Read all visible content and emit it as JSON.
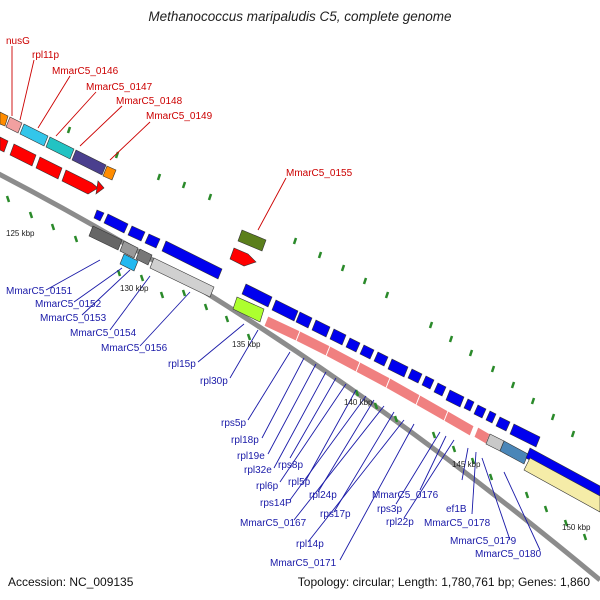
{
  "title": "Methanococcus maripaludis C5, complete genome",
  "footer": {
    "accession": "Accession: NC_009135",
    "topology": "Topology: circular; Length: 1,780,761 bp; Genes: 1,860"
  },
  "colors": {
    "backbone": "#8a8a8a",
    "tick": "#2a8a2a",
    "red_label": "#cc0000",
    "blue_label": "#1a1aa8"
  },
  "ticks": [
    "125 kbp",
    "130 kbp",
    "135 kbp",
    "140 kbp",
    "145 kbp",
    "150 kbp"
  ],
  "outer_labels": [
    "nusG",
    "rpl11p",
    "MmarC5_0146",
    "MmarC5_0147",
    "MmarC5_0148",
    "MmarC5_0149",
    "MmarC5_0155"
  ],
  "inner_labels": [
    "MmarC5_0151",
    "MmarC5_0152",
    "MmarC5_0153",
    "MmarC5_0154",
    "MmarC5_0156",
    "rpl15p",
    "rpl30p",
    "rps5p",
    "rpl18p",
    "rpl19e",
    "rpl32e",
    "rps8p",
    "rpl6p",
    "rpl5p",
    "rps14P",
    "rpl24p",
    "MmarC5_0167",
    "rps17p",
    "rpl14p",
    "MmarC5_0171",
    "MmarC5_0176",
    "rps3p",
    "rpl22p",
    "ef1B",
    "MmarC5_0178",
    "MmarC5_0179",
    "MmarC5_0180"
  ]
}
